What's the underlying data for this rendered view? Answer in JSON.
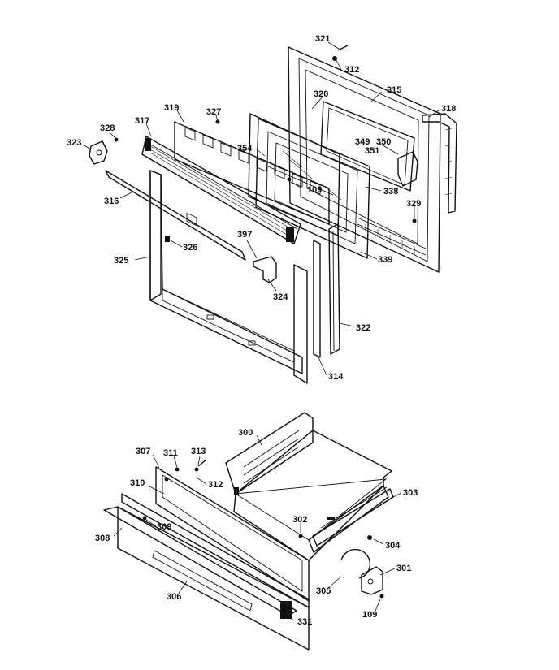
{
  "callouts": [
    {
      "id": "c321",
      "text": "321"
    },
    {
      "id": "c312a",
      "text": "312"
    },
    {
      "id": "c315",
      "text": "315"
    },
    {
      "id": "c320",
      "text": "320"
    },
    {
      "id": "c318",
      "text": "318"
    },
    {
      "id": "c319",
      "text": "319"
    },
    {
      "id": "c327",
      "text": "327"
    },
    {
      "id": "c317",
      "text": "317"
    },
    {
      "id": "c328",
      "text": "328"
    },
    {
      "id": "c323",
      "text": "323"
    },
    {
      "id": "c354",
      "text": "354"
    },
    {
      "id": "c349",
      "text": "349"
    },
    {
      "id": "c350",
      "text": "350"
    },
    {
      "id": "c351",
      "text": "351"
    },
    {
      "id": "c109a",
      "text": "109"
    },
    {
      "id": "c338",
      "text": "338"
    },
    {
      "id": "c329",
      "text": "329"
    },
    {
      "id": "c316",
      "text": "316"
    },
    {
      "id": "c326",
      "text": "326"
    },
    {
      "id": "c397",
      "text": "397"
    },
    {
      "id": "c325",
      "text": "325"
    },
    {
      "id": "c339",
      "text": "339"
    },
    {
      "id": "c324",
      "text": "324"
    },
    {
      "id": "c322",
      "text": "322"
    },
    {
      "id": "c314",
      "text": "314"
    },
    {
      "id": "c300",
      "text": "300"
    },
    {
      "id": "c307",
      "text": "307"
    },
    {
      "id": "c311",
      "text": "311"
    },
    {
      "id": "c313",
      "text": "313"
    },
    {
      "id": "c310",
      "text": "310"
    },
    {
      "id": "c312b",
      "text": "312"
    },
    {
      "id": "c303",
      "text": "303"
    },
    {
      "id": "c308",
      "text": "308"
    },
    {
      "id": "c309",
      "text": "309"
    },
    {
      "id": "c302",
      "text": "302"
    },
    {
      "id": "c304",
      "text": "304"
    },
    {
      "id": "c301",
      "text": "301"
    },
    {
      "id": "c305",
      "text": "305"
    },
    {
      "id": "c306",
      "text": "306"
    },
    {
      "id": "c109b",
      "text": "109"
    },
    {
      "id": "c331",
      "text": "331"
    }
  ]
}
